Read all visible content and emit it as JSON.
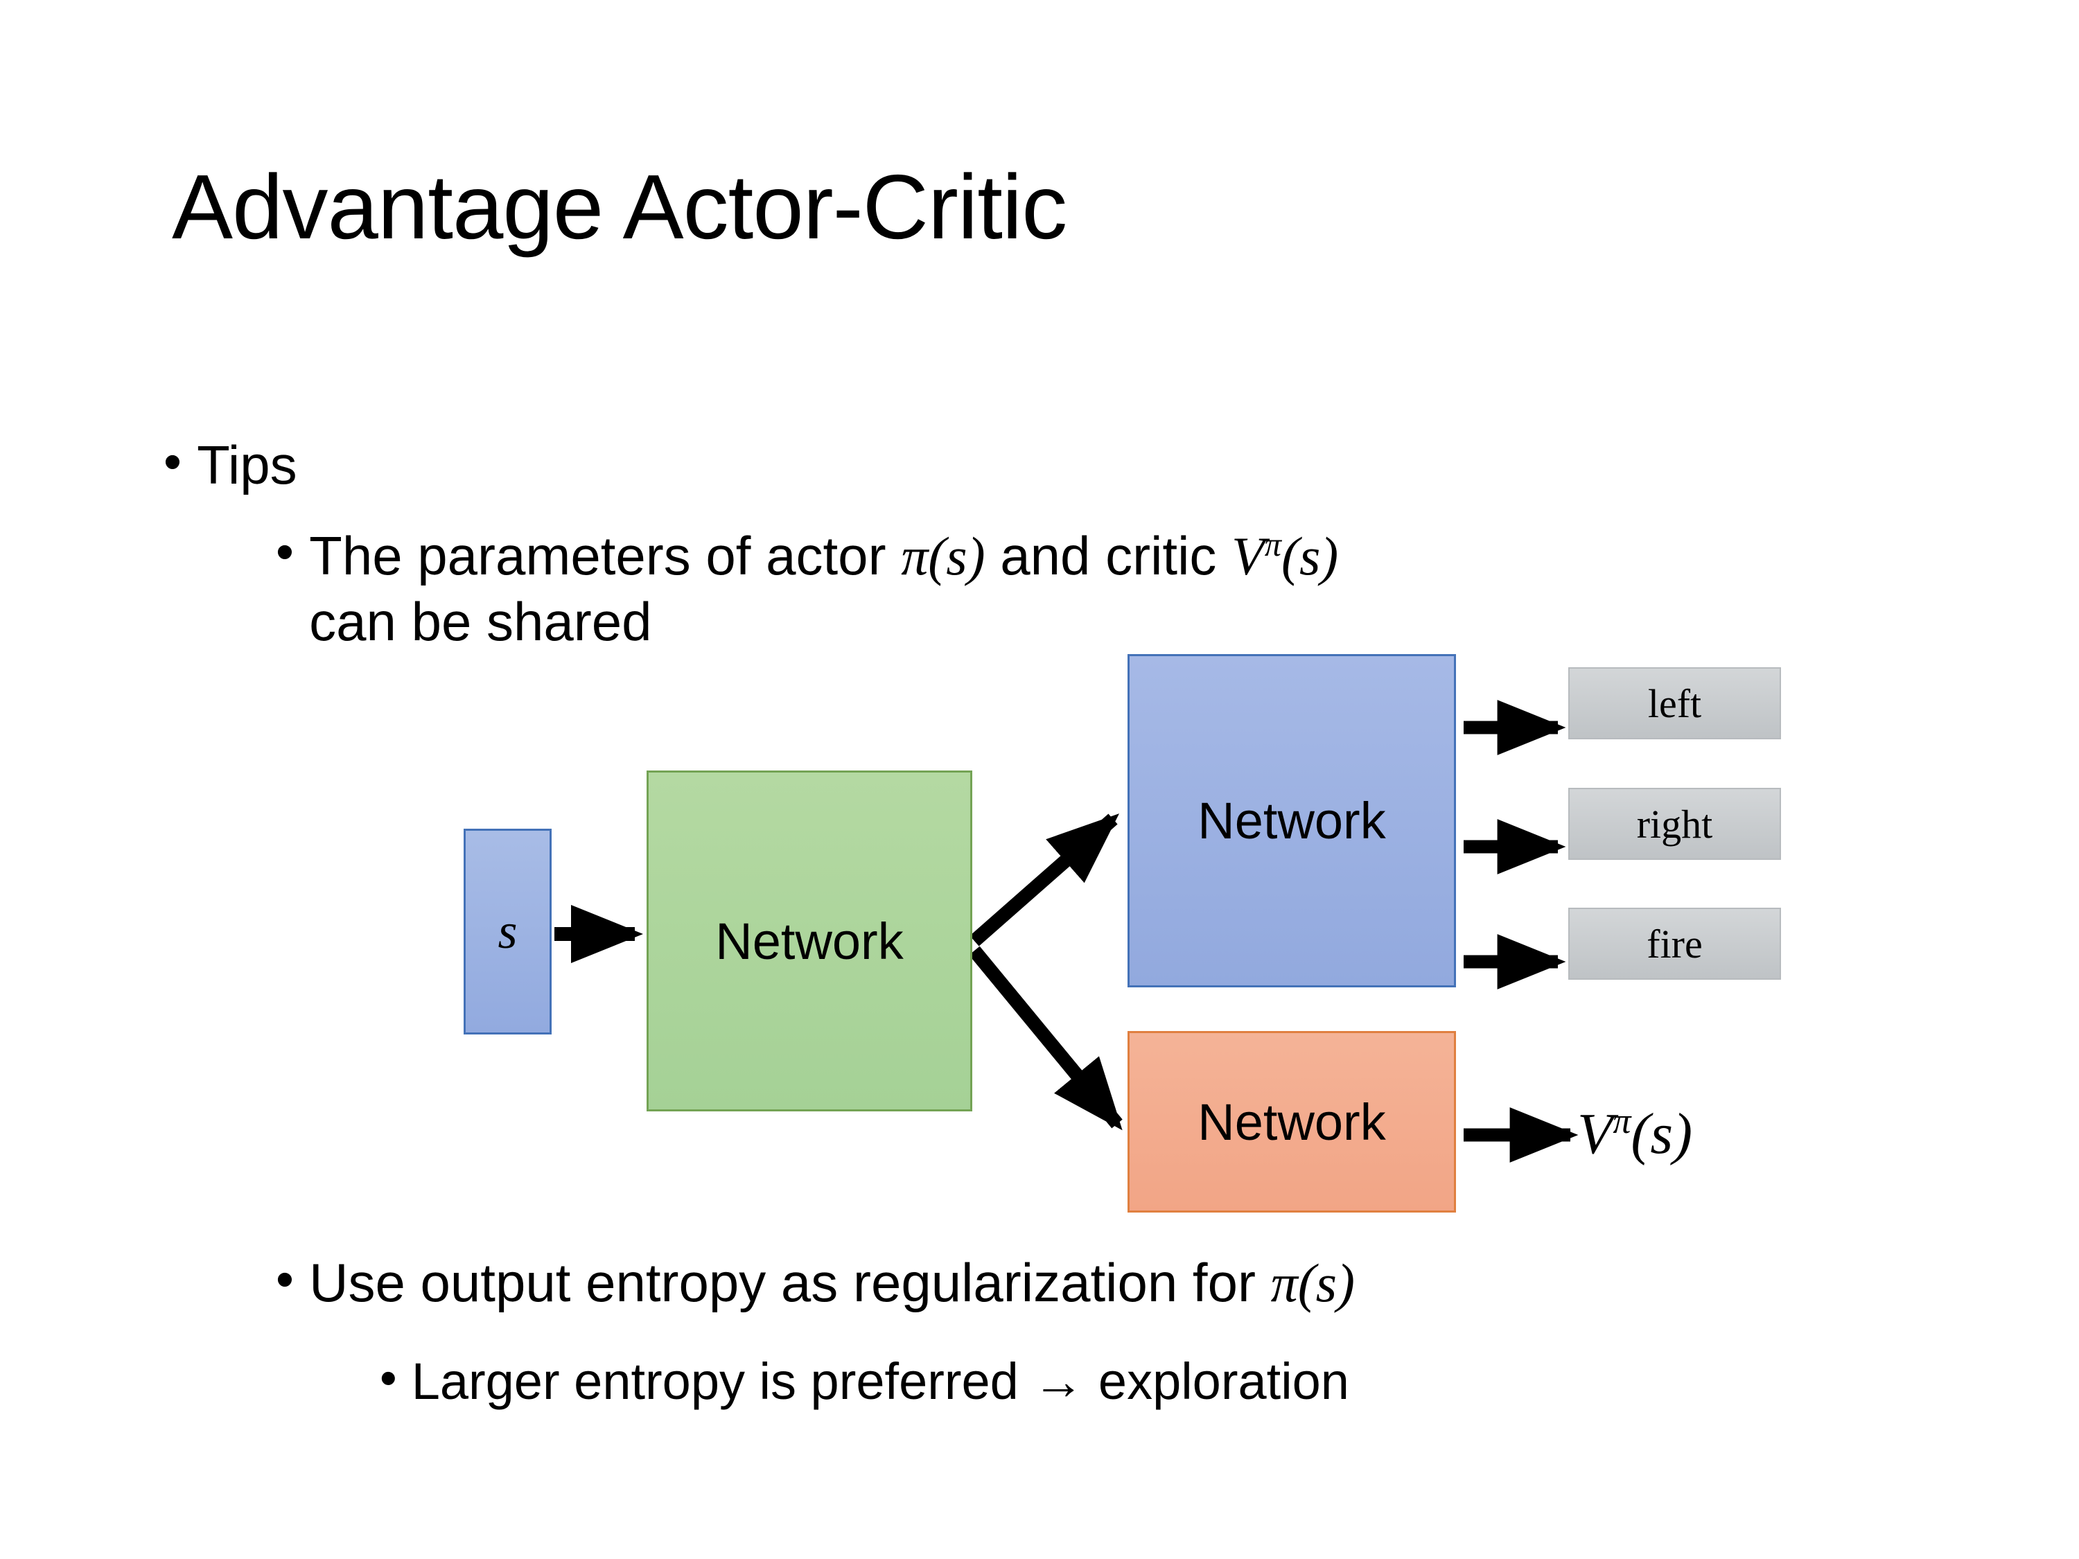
{
  "slide": {
    "title": "Advantage Actor-Critic"
  },
  "bullets": {
    "tips": {
      "marker": "•",
      "text": "Tips"
    },
    "parameters": {
      "marker": "•",
      "prefix": "The parameters of actor ",
      "actor_symbol": "π",
      "actor_arg": "(s)",
      "middle": "  and critic ",
      "critic_symbol": "V",
      "critic_sup": "π",
      "critic_arg": "(s)",
      "line2": "can be shared"
    },
    "entropy": {
      "marker": "•",
      "prefix": "Use output entropy as regularization for ",
      "policy_symbol": "π",
      "policy_arg": "(s)"
    },
    "larger_entropy": {
      "marker": "•",
      "text": "Larger entropy is preferred → exploration"
    }
  },
  "diagram": {
    "nodes": {
      "state": {
        "label": "s"
      },
      "shared_network": {
        "label": "Network"
      },
      "actor_network": {
        "label": "Network"
      },
      "critic_network": {
        "label": "Network"
      }
    },
    "actions": [
      {
        "label": "left"
      },
      {
        "label": "right"
      },
      {
        "label": "fire"
      }
    ],
    "value_output": {
      "symbol": "V",
      "sup": "π",
      "arg": "(s)"
    },
    "colors": {
      "state_fill": "#9ab2e3",
      "state_border": "#4472b8",
      "shared_fill": "#a9d49b",
      "shared_border": "#74a355",
      "actor_fill": "#9bb1e2",
      "actor_border": "#4472b8",
      "critic_fill": "#f3aa8c",
      "critic_border": "#e08040",
      "action_fill": "#c8ccce",
      "action_border": "#b7bbbe",
      "arrow": "#000000",
      "background": "#ffffff",
      "text": "#000000"
    }
  }
}
